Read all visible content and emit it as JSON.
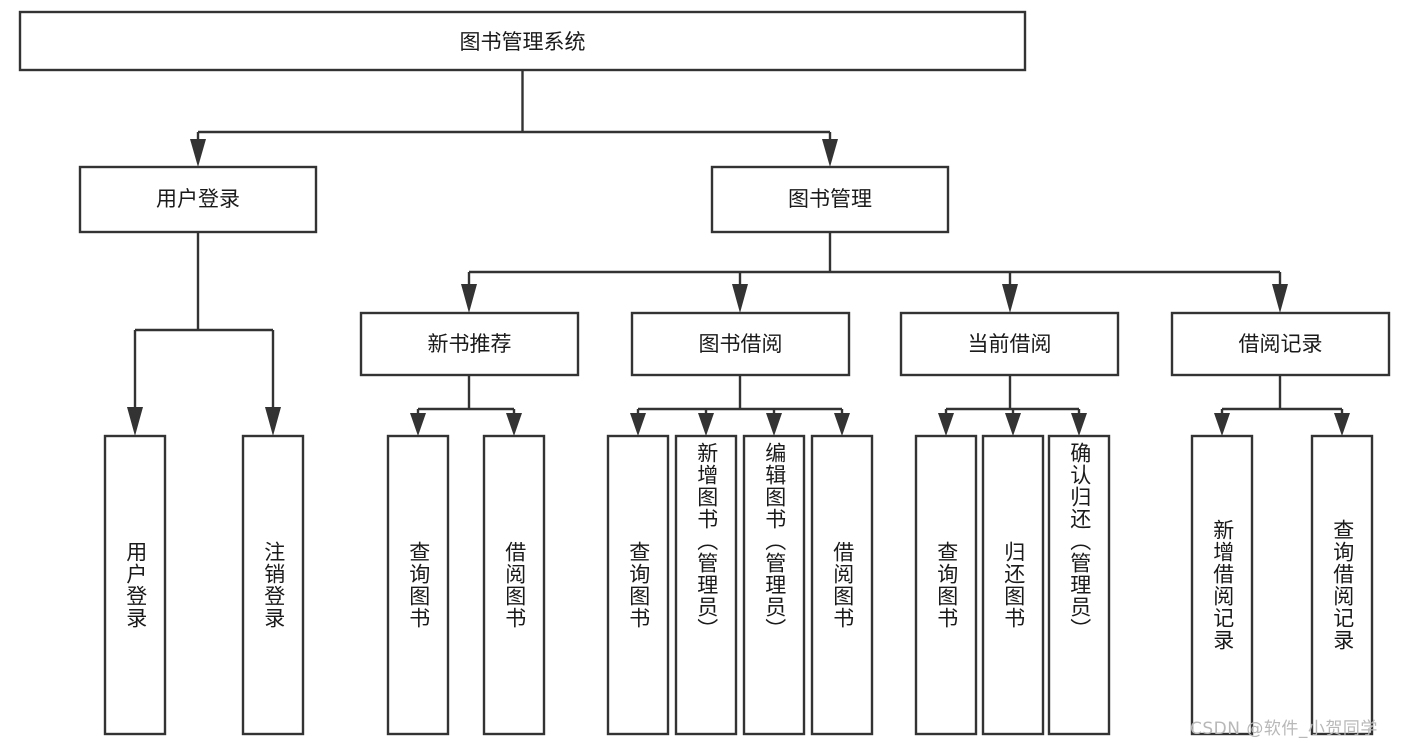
{
  "diagram": {
    "type": "tree-hierarchy-flowchart",
    "title": "图书管理系统",
    "orientation": "top-down",
    "levels": 4,
    "nodes": {
      "root": {
        "label": "图书管理系统",
        "level": 0
      },
      "user_login": {
        "label": "用户登录",
        "level": 1
      },
      "book_manage": {
        "label": "图书管理",
        "level": 1
      },
      "new_book_rec": {
        "label": "新书推荐",
        "level": 2
      },
      "book_borrow": {
        "label": "图书借阅",
        "level": 2
      },
      "current_borrow": {
        "label": "当前借阅",
        "level": 2
      },
      "borrow_record": {
        "label": "借阅记录",
        "level": 2
      },
      "leaf_user_login": {
        "label": "用户登录",
        "level": 3
      },
      "leaf_logout": {
        "label": "注销登录",
        "level": 3
      },
      "leaf_query_book_1": {
        "label": "查询图书",
        "level": 3
      },
      "leaf_borrow_book_1": {
        "label": "借阅图书",
        "level": 3
      },
      "leaf_query_book_2": {
        "label": "查询图书",
        "level": 3
      },
      "leaf_add_book": {
        "label": "新增图书（管理员）",
        "level": 3
      },
      "leaf_edit_book": {
        "label": "编辑图书（管理员）",
        "level": 3
      },
      "leaf_borrow_book_2": {
        "label": "借阅图书",
        "level": 3
      },
      "leaf_query_book_3": {
        "label": "查询图书",
        "level": 3
      },
      "leaf_return_book": {
        "label": "归还图书",
        "level": 3
      },
      "leaf_confirm_return": {
        "label": "确认归还（管理员）",
        "level": 3
      },
      "leaf_add_record": {
        "label": "新增借阅记录",
        "level": 3
      },
      "leaf_query_record": {
        "label": "查询借阅记录",
        "level": 3
      }
    },
    "edges": [
      {
        "from": "root",
        "to": "user_login"
      },
      {
        "from": "root",
        "to": "book_manage"
      },
      {
        "from": "user_login",
        "to": "leaf_user_login"
      },
      {
        "from": "user_login",
        "to": "leaf_logout"
      },
      {
        "from": "book_manage",
        "to": "new_book_rec"
      },
      {
        "from": "book_manage",
        "to": "book_borrow"
      },
      {
        "from": "book_manage",
        "to": "current_borrow"
      },
      {
        "from": "book_manage",
        "to": "borrow_record"
      },
      {
        "from": "new_book_rec",
        "to": "leaf_query_book_1"
      },
      {
        "from": "new_book_rec",
        "to": "leaf_borrow_book_1"
      },
      {
        "from": "book_borrow",
        "to": "leaf_query_book_2"
      },
      {
        "from": "book_borrow",
        "to": "leaf_add_book"
      },
      {
        "from": "book_borrow",
        "to": "leaf_edit_book"
      },
      {
        "from": "book_borrow",
        "to": "leaf_borrow_book_2"
      },
      {
        "from": "current_borrow",
        "to": "leaf_query_book_3"
      },
      {
        "from": "current_borrow",
        "to": "leaf_return_book"
      },
      {
        "from": "current_borrow",
        "to": "leaf_confirm_return"
      },
      {
        "from": "borrow_record",
        "to": "leaf_add_record"
      },
      {
        "from": "borrow_record",
        "to": "leaf_query_record"
      }
    ],
    "colors": {
      "stroke": "#333333",
      "fill": "#ffffff",
      "text": "#1a1a1a",
      "watermark": "#b8b8b8"
    }
  },
  "watermark": {
    "text": "CSDN @软件_小贺同学"
  }
}
